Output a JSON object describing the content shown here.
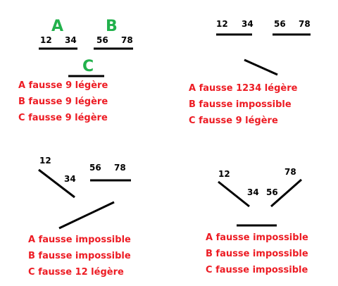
{
  "colors": {
    "stroke": "#000000",
    "labels": "#22b14c",
    "results": "#ed1c24"
  },
  "panel1": {
    "labels": {
      "a": "A",
      "b": "B",
      "c": "C"
    },
    "numbers": {
      "n12": "12",
      "n34": "34",
      "n56": "56",
      "n78": "78"
    },
    "results": [
      "A fausse 9 légère",
      "B fausse 9 légère",
      "C fausse 9 légère"
    ]
  },
  "panel2": {
    "numbers": {
      "n12": "12",
      "n34": "34",
      "n56": "56",
      "n78": "78"
    },
    "results": [
      "A fausse 1234 légère",
      "B fausse impossible",
      "C fausse 9 légère"
    ]
  },
  "panel3": {
    "numbers": {
      "n12": "12",
      "n34": "34",
      "n56": "56",
      "n78": "78"
    },
    "results": [
      "A fausse impossible",
      "B fausse impossible",
      "C fausse 12 légère"
    ]
  },
  "panel4": {
    "numbers": {
      "n12": "12",
      "n34": "34",
      "n56": "56",
      "n78": "78"
    },
    "results": [
      "A fausse impossible",
      "B fausse impossible",
      "C fausse impossible"
    ]
  }
}
